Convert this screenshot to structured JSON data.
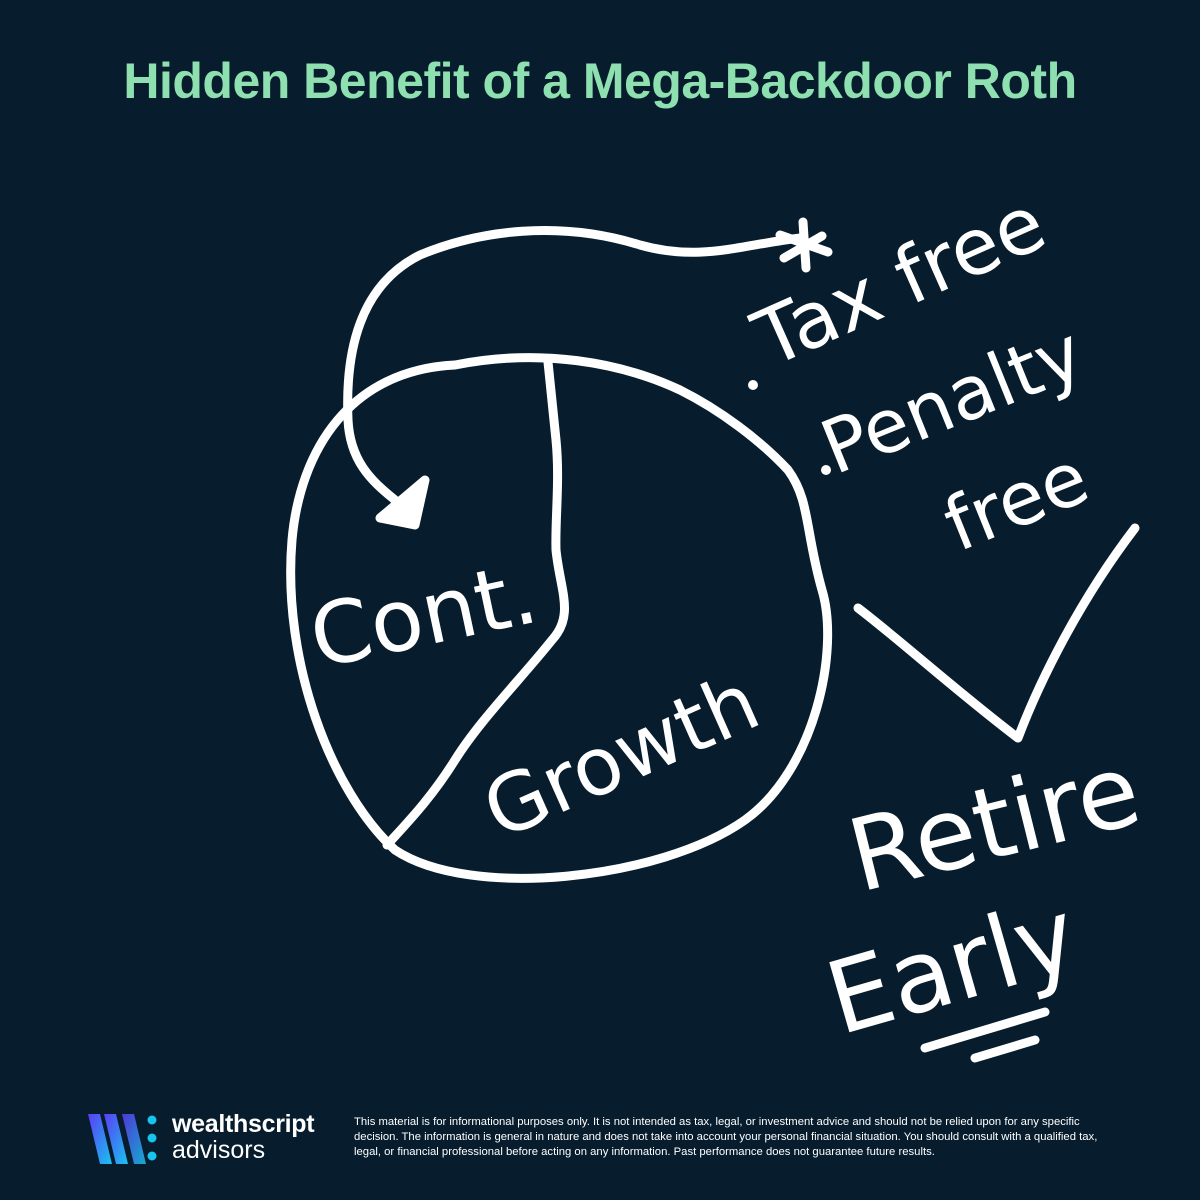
{
  "header": {
    "title": "Hidden Benefit of a Mega-Backdoor Roth"
  },
  "diagram": {
    "pie_left_label": "Cont.",
    "pie_right_label": "Growth",
    "benefits": {
      "tax_free": "Tax free",
      "penalty": "Penalty",
      "free": "free"
    },
    "outcome": {
      "line1": "Retire",
      "line2": "Early"
    },
    "icons": [
      "curved-arrow-icon",
      "asterisk-icon",
      "checkmark-icon"
    ]
  },
  "footer": {
    "brand_name": "wealthscript",
    "brand_sub": "advisors",
    "disclaimer": "This material is for informational purposes only. It is not intended as tax, legal, or investment advice and should not be relied upon for any specific decision. The information is general in nature and does not take into account your personal financial situation. You should consult with a qualified tax, legal, or financial professional before acting on any information. Past performance does not guarantee future results."
  },
  "colors": {
    "background": "#071c2c",
    "title": "#8ee0b0",
    "ink": "#ffffff",
    "logo_gradient": [
      "#5b3df5",
      "#19c3f0"
    ]
  }
}
